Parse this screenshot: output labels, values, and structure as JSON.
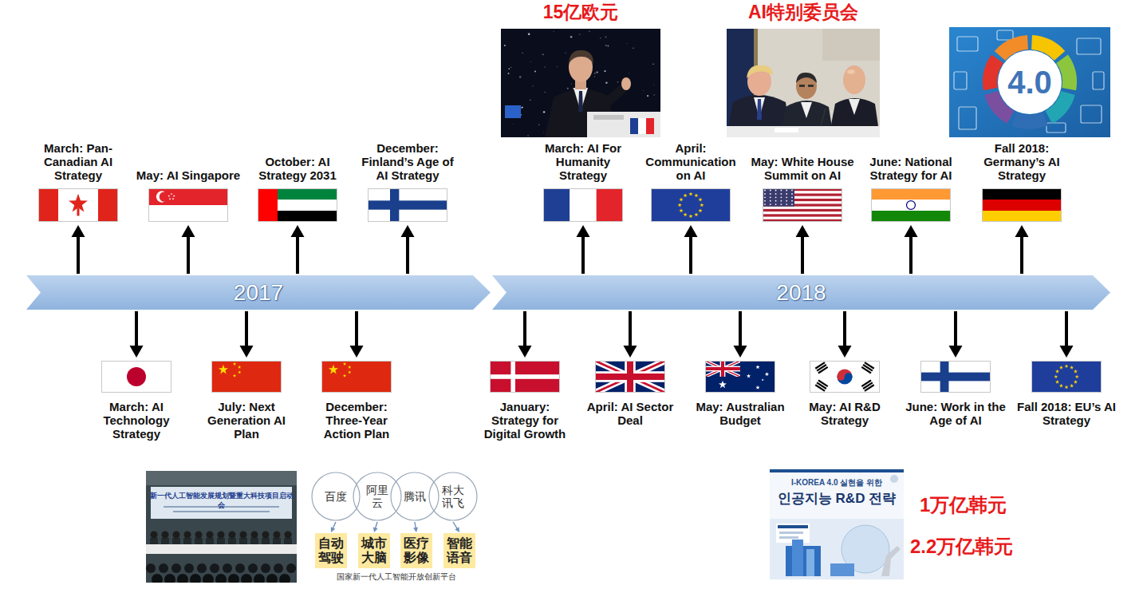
{
  "diagram": {
    "nodes": [
      {
        "text": [
          "15亿欧元"
        ]
      },
      {
        "text": [
          "AI特别委员会"
        ]
      },
      {
        "text": [
          "4.0"
        ]
      },
      {
        "text": [
          "March: Pan-Canadian AI Strategy"
        ]
      },
      {
        "text": [
          "May: AI Singapore"
        ]
      },
      {
        "text": [
          "October: AI Strategy 2031"
        ]
      },
      {
        "text": [
          "December: Finland’s Age of AI Strategy"
        ]
      },
      {
        "text": [
          "March: AI For Humanity Strategy"
        ]
      },
      {
        "text": [
          "April: Communication on AI"
        ]
      },
      {
        "text": [
          "May: White House Summit on AI"
        ]
      },
      {
        "text": [
          "June: National Strategy for AI"
        ]
      },
      {
        "text": [
          "Fall 2018: Germany’s AI Strategy"
        ]
      },
      {
        "text": [
          "2017"
        ]
      },
      {
        "text": [
          "2018"
        ]
      },
      {
        "text": [
          "March: AI Technology Strategy"
        ]
      },
      {
        "text": [
          "July: Next Generation AI Plan"
        ]
      },
      {
        "text": [
          "December: Three-Year Action Plan"
        ]
      },
      {
        "text": [
          "January: Strategy for Digital Growth"
        ]
      },
      {
        "text": [
          "April: AI Sector Deal"
        ]
      },
      {
        "text": [
          "May: Australian Budget"
        ]
      },
      {
        "text": [
          "May: AI R&D Strategy"
        ]
      },
      {
        "text": [
          "June: Work in the Age of AI"
        ]
      },
      {
        "text": [
          "Fall 2018: EU’s AI Strategy"
        ]
      },
      {
        "text": [
          "新一代人工智能发展规划暨重大科技项目启动会"
        ]
      },
      {
        "text": [
          "百度"
        ]
      },
      {
        "text": [
          "阿里云"
        ]
      },
      {
        "text": [
          "腾讯"
        ]
      },
      {
        "text": [
          "科大讯飞"
        ]
      },
      {
        "text": [
          "自动驾驶"
        ]
      },
      {
        "text": [
          "城市大脑"
        ]
      },
      {
        "text": [
          "医疗影像"
        ]
      },
      {
        "text": [
          "智能语音"
        ]
      },
      {
        "text": [
          "I-KOREA 4.0 실현을 위한",
          "인공지능 R&D 전략"
        ]
      }
    ],
    "edges": [
      {
        "from": 12,
        "to": 3,
        "arrow": "to"
      },
      {
        "from": 12,
        "to": 4,
        "arrow": "to"
      },
      {
        "from": 12,
        "to": 5,
        "arrow": "to"
      },
      {
        "from": 12,
        "to": 6,
        "arrow": "to"
      },
      {
        "from": 13,
        "to": 7,
        "arrow": "to"
      },
      {
        "from": 13,
        "to": 8,
        "arrow": "to"
      },
      {
        "from": 13,
        "to": 9,
        "arrow": "to"
      },
      {
        "from": 13,
        "to": 10,
        "arrow": "to"
      },
      {
        "from": 13,
        "to": 11,
        "arrow": "to"
      },
      {
        "from": 12,
        "to": 14,
        "arrow": "to"
      },
      {
        "from": 12,
        "to": 15,
        "arrow": "to"
      },
      {
        "from": 12,
        "to": 16,
        "arrow": "to"
      },
      {
        "from": 13,
        "to": 17,
        "arrow": "to"
      },
      {
        "from": 13,
        "to": 18,
        "arrow": "to"
      },
      {
        "from": 13,
        "to": 19,
        "arrow": "to"
      },
      {
        "from": 13,
        "to": 20,
        "arrow": "to"
      },
      {
        "from": 13,
        "to": 21,
        "arrow": "to"
      },
      {
        "from": 13,
        "to": 22,
        "arrow": "to"
      },
      {
        "from": 24,
        "to": 28,
        "arrow": "to"
      },
      {
        "from": 25,
        "to": 29,
        "arrow": "to"
      },
      {
        "from": 26,
        "to": 30,
        "arrow": "to"
      },
      {
        "from": 27,
        "to": 31,
        "arrow": "to"
      }
    ],
    "labels": [
      "国家新一代人工智能开放创新平台",
      "1万亿韩元",
      "2.2万亿韩元"
    ]
  }
}
